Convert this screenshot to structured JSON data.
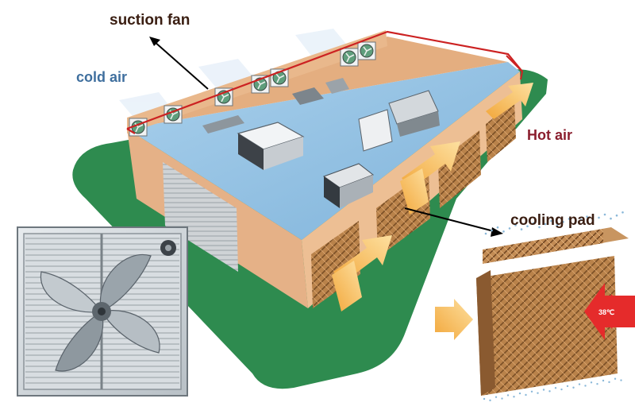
{
  "labels": {
    "suction_fan": "suction fan",
    "cold_air": "cold air",
    "hot_air": "Hot air",
    "cooling_pad": "cooling pad",
    "temperature": "38℃"
  },
  "colors": {
    "ground": "#2e8b4f",
    "roof_edge": "#cc2222",
    "wall": "#e9b88d",
    "floor": "#9cc7e6",
    "pad": "#b07a45",
    "arrow_orange": "#f5b547",
    "arrow_red": "#e52b2b",
    "label_dark": "#3a1e12",
    "label_blue": "#3f6f9e",
    "label_maroon": "#8a1e2e"
  }
}
